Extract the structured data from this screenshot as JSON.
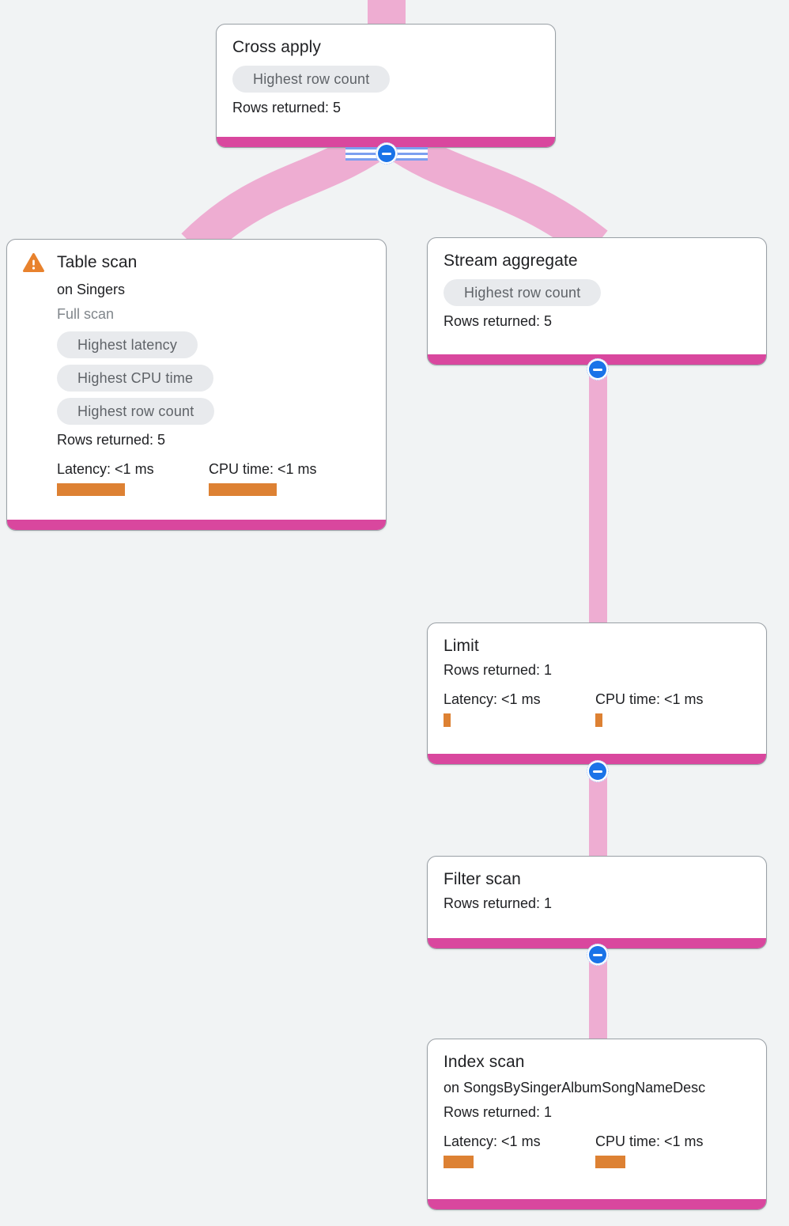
{
  "colors": {
    "background": "#f1f3f4",
    "card_border": "#9aa0a6",
    "footer_magenta": "#d9479e",
    "connector_pink": "#eeadd2",
    "bar_orange": "#dd8133",
    "warning_orange": "#e8822d",
    "badge_background": "#e8eaed",
    "badge_text": "#5f6368",
    "collapse_button_blue": "#1a73e8",
    "rail_stripe_blue": "#7b9ff0",
    "title_text": "#202124",
    "muted_text": "#80868b"
  },
  "nodes": {
    "cross_apply": {
      "title": "Cross apply",
      "badges": [
        "Highest row count"
      ],
      "rows": "Rows returned: 5"
    },
    "table_scan": {
      "title": "Table scan",
      "has_warning": true,
      "subtitle": "on Singers",
      "note": "Full scan",
      "badges": [
        "Highest latency",
        "Highest CPU time",
        "Highest row count"
      ],
      "rows": "Rows returned: 5",
      "latency_label": "Latency: <1 ms",
      "cpu_label": "CPU time: <1 ms"
    },
    "stream_aggregate": {
      "title": "Stream aggregate",
      "badges": [
        "Highest row count"
      ],
      "rows": "Rows returned: 5"
    },
    "limit": {
      "title": "Limit",
      "rows": "Rows returned: 1",
      "latency_label": "Latency: <1 ms",
      "cpu_label": "CPU time: <1 ms"
    },
    "filter_scan": {
      "title": "Filter scan",
      "rows": "Rows returned: 1"
    },
    "index_scan": {
      "title": "Index scan",
      "subtitle": "on SongsBySingerAlbumSongNameDesc",
      "rows": "Rows returned: 1",
      "latency_label": "Latency: <1 ms",
      "cpu_label": "CPU time: <1 ms"
    }
  }
}
